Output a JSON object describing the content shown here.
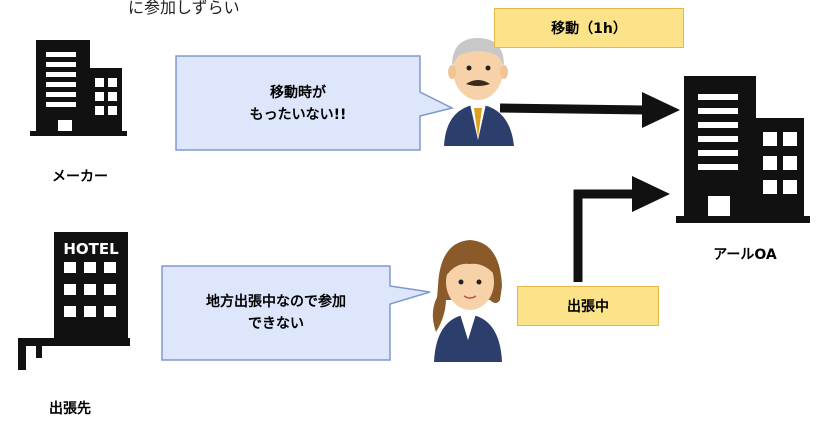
{
  "caption_top": "に参加しずらい",
  "labels": {
    "move_box": "移動（1h）",
    "trip_box": "出張中"
  },
  "buildings": {
    "maker": "メーカー",
    "r_oa": "アールOA",
    "trip_destination": "出張先",
    "hotel_sign": "HOTEL"
  },
  "bubbles": {
    "man": [
      "移動時が",
      "もったいない!!"
    ],
    "woman": [
      "地方出張中なので参加",
      "できない"
    ]
  },
  "colors": {
    "label_fill": "#fce38a",
    "label_border": "#e6b84a",
    "bubble_fill": "#dde6fb",
    "bubble_border": "#7f98cf",
    "building": "#111111",
    "suit": "#2c3e6b"
  }
}
